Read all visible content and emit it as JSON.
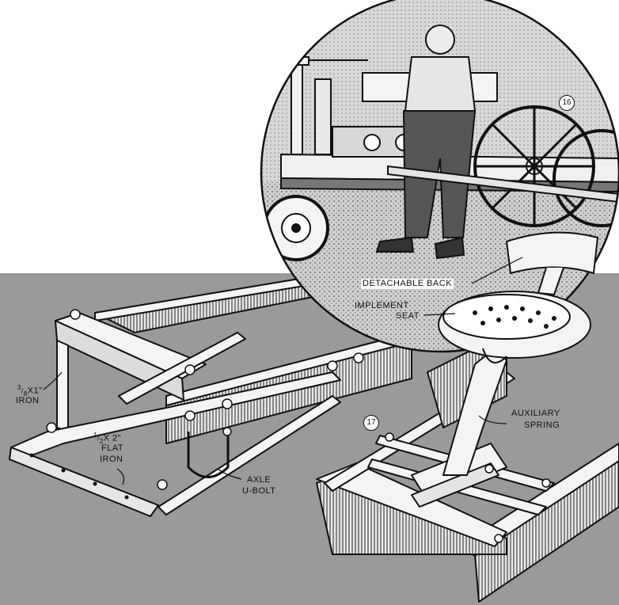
{
  "figures": [
    {
      "number": "16"
    },
    {
      "number": "17"
    }
  ],
  "labels": {
    "detachable_back": "DETACHABLE BACK",
    "implement_seat_1": "IMPLEMENT",
    "implement_seat_2": "SEAT",
    "auxiliary_spring_1": "AUXILIARY",
    "auxiliary_spring_2": "SPRING",
    "iron_size_num": "3",
    "iron_size_den": "8",
    "iron_size_rest": "X1\"",
    "iron_word": "IRON",
    "flat_size_num": "1",
    "flat_size_den": "2",
    "flat_size_rest": "X 2\"",
    "flat_word_1": "FLAT",
    "flat_word_2": "IRON",
    "axle_1": "AXLE",
    "axle_2": "U-BOLT"
  },
  "colors": {
    "ink": "#111111",
    "panel": "#9a9a9a",
    "paper": "#ffffff",
    "metal": "#f4f4f4"
  }
}
